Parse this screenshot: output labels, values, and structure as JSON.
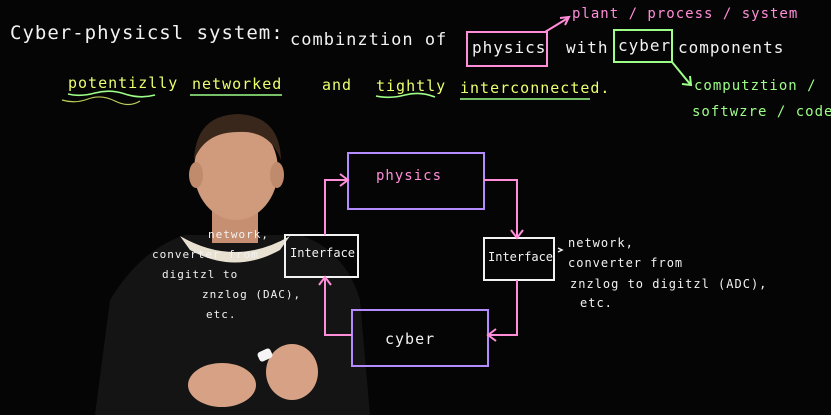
{
  "header": {
    "title_label": "Cyber-physicsl system:",
    "combination_text": "combinztion of",
    "physics_word": "physics",
    "with_text": "with",
    "cyber_word": "cyber",
    "components_text": "components",
    "plant_note": "plant / process / system",
    "computation_note_line1": "computztion /",
    "computation_note_line2": "softwzre / code"
  },
  "subtitle": {
    "potentially": "potentizlly",
    "networked": "networked",
    "and": "and",
    "tightly": "tightly",
    "interconnected": "interconnected."
  },
  "diagram": {
    "physics_label": "physics",
    "cyber_label": "cyber",
    "left_interface_label": "Interface",
    "right_interface_label": "Interface",
    "right_note_lines": [
      "network,",
      "converter from",
      "znzlog to digitzl (ADC),",
      "etc."
    ],
    "left_note_lines": [
      "network,",
      "converter from",
      "digitzl to",
      "znzlog (DAC),",
      "etc."
    ]
  },
  "colors": {
    "background": "#050505",
    "magenta": "#ff8dd8",
    "green": "#9dff88",
    "yellow": "#ecff6e",
    "white": "#f2f2f2",
    "purple": "#b58cff"
  }
}
